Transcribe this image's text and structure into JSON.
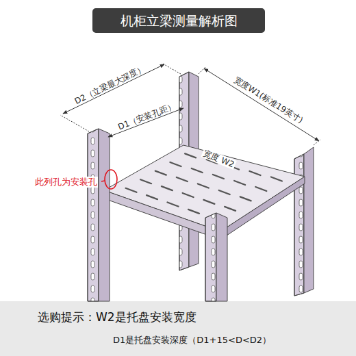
{
  "diagram": {
    "title": "机柜立梁测量解析图",
    "labels": [
      "D2（立梁最大深度）",
      "D1（安装孔距）",
      "宽度W1(标准19英寸)",
      "宽度 W2",
      "此列孔为安装孔",
      "选购提示：W2是托盘安装宽度",
      "D1是托盘安装深度（D1+15<D<D2）"
    ]
  }
}
